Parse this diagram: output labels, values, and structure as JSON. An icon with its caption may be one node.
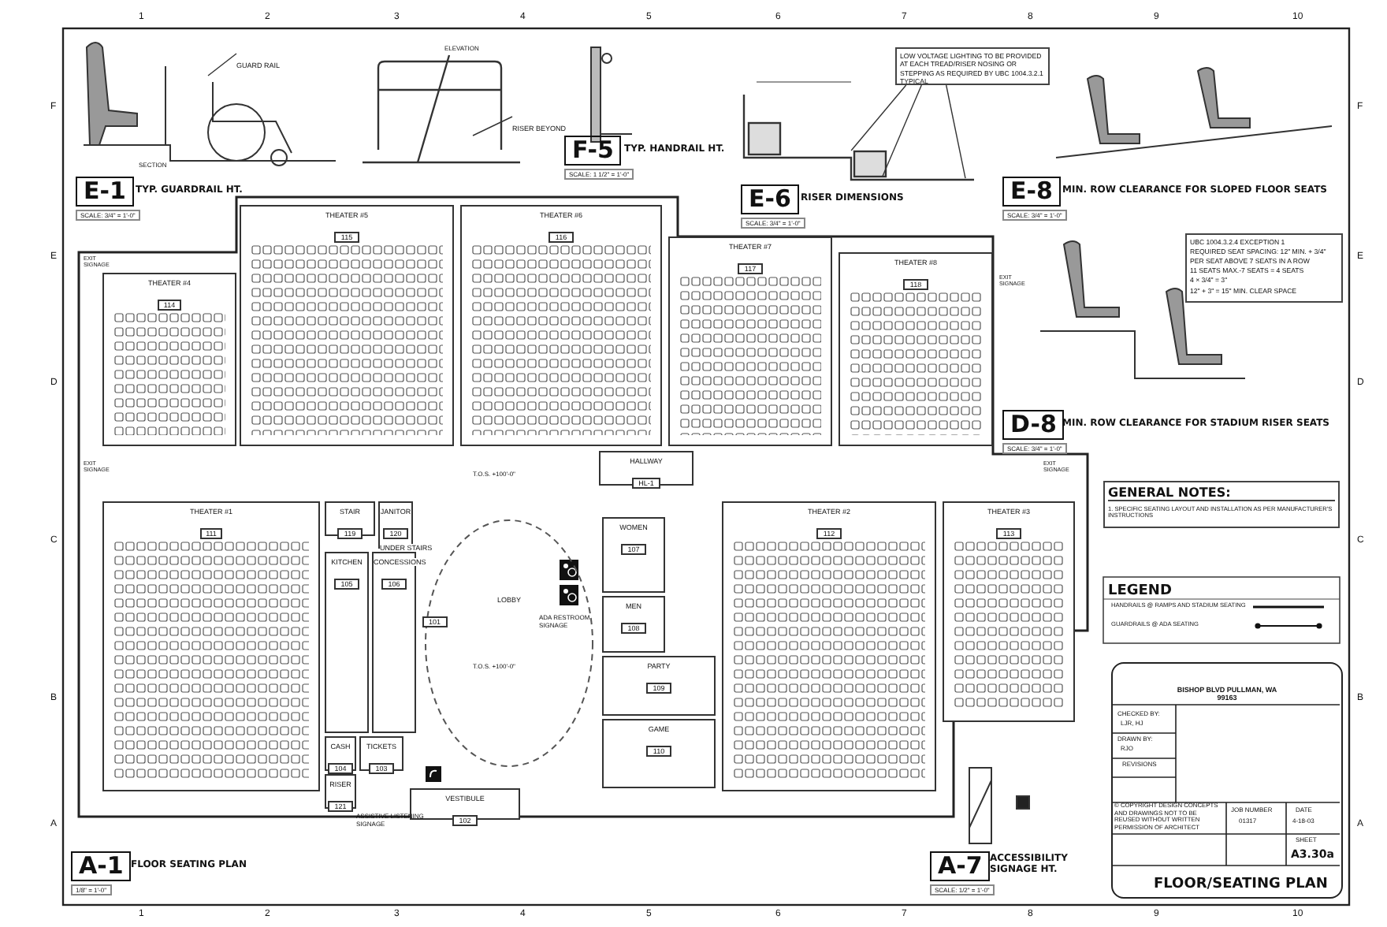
{
  "diagram": {
    "nodes": [
      {
        "text": [
          "E-1",
          "TYP. GUARDRAIL HT.",
          "SCALE: 3/4\" = 1'-0\""
        ]
      },
      {
        "text": [
          "GUARD RAIL"
        ]
      },
      {
        "text": [
          "F-5",
          "TYP. HANDRAIL HT.",
          "SCALE: 1 1/2\" = 1'-0\""
        ]
      },
      {
        "text": [
          "RISER BEYOND"
        ]
      },
      {
        "text": [
          "E-6",
          "RISER DIMENSIONS",
          "SCALE: 3/4\" = 1'-0\""
        ]
      },
      {
        "text": [
          "LOW VOLTAGE LIGHTING TO BE PROVIDED AT EACH TREAD/RISER NOSING OR STEPPING AS REQUIRED BY UBC 1004.3.2.1 TYPICAL"
        ]
      },
      {
        "text": [
          "E-8",
          "MIN. ROW CLEARANCE FOR SLOPED FLOOR SEATS",
          "SCALE: 3/4\" = 1'-0\""
        ]
      },
      {
        "text": [
          "UBC 1004.3.2.4 EXCEPTION 1",
          "REQUIRED SEAT SPACING: 12\" MIN. + 3/4\" PER SEAT ABOVE 7 SEATS IN A ROW",
          "11 SEATS MAX.-7 SEATS = 4 SEATS",
          "4 × 3/4\" = 3\"",
          "12\" + 3\" = 15\" MIN. CLEAR SPACE"
        ]
      },
      {
        "text": [
          "D-8",
          "MIN. ROW CLEARANCE FOR STADIUM RISER SEATS",
          "SCALE: 3/4\" = 1'-0\""
        ]
      },
      {
        "text": [
          "A-1",
          "FLOOR SEATING PLAN",
          "1/8\" = 1'-0\""
        ]
      },
      {
        "text": [
          "THEATER #4",
          "114"
        ]
      },
      {
        "text": [
          "THEATER #5",
          "115"
        ]
      },
      {
        "text": [
          "THEATER #6",
          "116"
        ]
      },
      {
        "text": [
          "THEATER #7",
          "117"
        ]
      },
      {
        "text": [
          "THEATER #8",
          "118"
        ]
      },
      {
        "text": [
          "HALLWAY",
          "HL-1"
        ]
      },
      {
        "text": [
          "THEATER #1",
          "111"
        ]
      },
      {
        "text": [
          "STAIR",
          "119"
        ]
      },
      {
        "text": [
          "JANITOR",
          "120",
          "UNDER STAIRS"
        ]
      },
      {
        "text": [
          "KITCHEN",
          "105"
        ]
      },
      {
        "text": [
          "CONCESSIONS",
          "106"
        ]
      },
      {
        "text": [
          "LOBBY",
          "101"
        ]
      },
      {
        "text": [
          "WOMEN",
          "107"
        ]
      },
      {
        "text": [
          "MEN",
          "108"
        ]
      },
      {
        "text": [
          "PARTY",
          "109"
        ]
      },
      {
        "text": [
          "GAME",
          "110"
        ]
      },
      {
        "text": [
          "THEATER #2",
          "112"
        ]
      },
      {
        "text": [
          "THEATER #3",
          "113"
        ]
      },
      {
        "text": [
          "CASH",
          "104"
        ]
      },
      {
        "text": [
          "TICKETS",
          "103"
        ]
      },
      {
        "text": [
          "RISER",
          "121"
        ]
      },
      {
        "text": [
          "VESTIBULE",
          "102"
        ]
      },
      {
        "text": [
          "A-7",
          "ACCESSIBILITY SIGNAGE HT.",
          "SCALE: 1/2\" = 1'-0\""
        ]
      },
      {
        "text": [
          "GENERAL NOTES:",
          "1. SPECIFIC SEATING LAYOUT AND INSTALLATION AS PER MANUFACTURER'S INSTRUCTIONS"
        ]
      },
      {
        "text": [
          "BISHOP BLVD PULLMAN, WA 99163"
        ]
      },
      {
        "text": [],
        "shape": "picture"
      }
    ],
    "edges": [
      {
        "from": 1,
        "to": null,
        "arrow": "none"
      },
      {
        "from": 3,
        "to": null,
        "arrow": "none"
      },
      {
        "from": 5,
        "to": 35,
        "arrow": "none"
      },
      {
        "from": 5,
        "to": 35,
        "arrow": "none"
      },
      {
        "from": 5,
        "to": 35,
        "arrow": "none"
      }
    ],
    "labels": [
      "1",
      "2",
      "3",
      "4",
      "5",
      "6",
      "7",
      "8",
      "9",
      "10",
      "1",
      "2",
      "3",
      "4",
      "5",
      "6",
      "7",
      "8",
      "9",
      "10",
      "F",
      "E",
      "D",
      "C",
      "B",
      "A",
      "F",
      "E",
      "D",
      "C",
      "B",
      "A",
      "SECTION",
      "ELEVATION",
      "LEGEND",
      "CHECKED BY:",
      "LJR, HJ",
      "DRAWN BY:",
      "RJO",
      "REVISIONS",
      "© COPYRIGHT DESIGN CONCEPTS AND DRAWINGS NOT TO BE REUSED WITHOUT WRITTEN PERMISSION OF ARCHITECT",
      "JOB NUMBER",
      "01317",
      "DATE",
      "4-18-03",
      "SHEET",
      "A3.30a",
      "FLOOR/SEATING PLAN",
      "ADA RESTROOM SIGNAGE",
      "ASSISTIVE LISTENING SIGNAGE",
      "T.O.S. +100'-0\"",
      "T.O.S. +100'-0\"",
      "EXIT SIGNAGE",
      "EXIT SIGNAGE",
      "EXIT SIGNAGE",
      "EXIT SIGNAGE"
    ],
    "legend": [
      {
        "text": "HANDRAILS @ RAMPS AND STADIUM SEATING"
      },
      {
        "text": "GUARDRAILS @ ADA SEATING"
      }
    ]
  }
}
